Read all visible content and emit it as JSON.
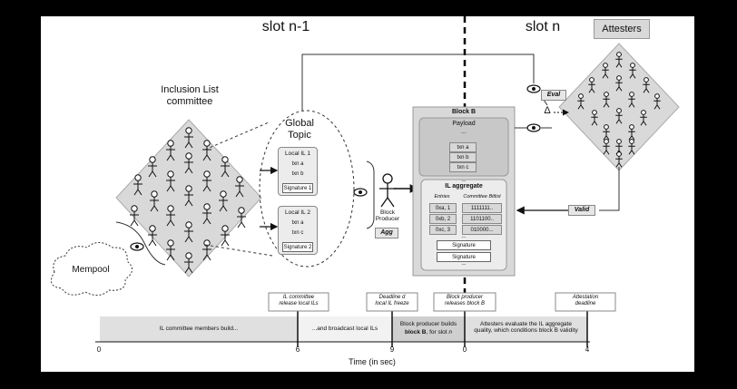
{
  "slots": {
    "prev": "slot n-1",
    "curr": "slot n"
  },
  "attesters": {
    "label": "Attesters"
  },
  "il_committee": {
    "title": "Inclusion List\ncommittee"
  },
  "mempool": {
    "label": "Mempool"
  },
  "global_topic": {
    "title": "Global\nTopic",
    "il1": {
      "title": "Local IL 1",
      "txns": [
        "txn a",
        "txn b"
      ],
      "signature": "Signature 1"
    },
    "il2": {
      "title": "Local IL 2",
      "txns": [
        "txn a",
        "txn c"
      ],
      "signature": "Signature 2"
    }
  },
  "block_producer": {
    "label": "Block\nProducer",
    "agg": "Agg"
  },
  "block": {
    "title": "Block B",
    "payload": {
      "title": "Payload",
      "ellipsis": "...",
      "txns": [
        "txn a",
        "txn b",
        "txn c"
      ]
    },
    "aggregate": {
      "title": "IL aggregate",
      "ellipsis_top": "...",
      "col_entries": "Entries",
      "col_bitlist": "Committee Bitlist",
      "entries": [
        "0xa, 1",
        "0xb, 2",
        "0xc, 3"
      ],
      "bitlists": [
        "1111111..",
        "1101100..",
        "010000..."
      ],
      "ellipsis_mid": "...",
      "signatures": [
        "Signature",
        "Signature"
      ],
      "ellipsis_bottom": "..."
    }
  },
  "labels": {
    "eval": "Eval",
    "delta": "Δ",
    "valid": "Valid"
  },
  "timeline": {
    "events": [
      "IL committee\nrelease local ILs",
      "Deadline d\nlocal IL freeze",
      "Block producer\nreleases block B",
      "Attestation\ndeadline"
    ],
    "phases": [
      "IL committee members build...",
      "...and broadcast local ILs",
      "Block producer builds",
      "block B",
      ", for slot ",
      "n",
      "Attesters evaluate the IL aggregate\nquality, which conditions block B validity"
    ],
    "ticks": [
      "0",
      "6",
      "9",
      "0",
      "4"
    ],
    "axis_label": "Time (in sec)"
  },
  "colors": {
    "background": "#000000",
    "panel": "#ffffff",
    "diamond": "#d9d9d9",
    "box": "#ececec",
    "dark_box": "#c8c8c8"
  }
}
